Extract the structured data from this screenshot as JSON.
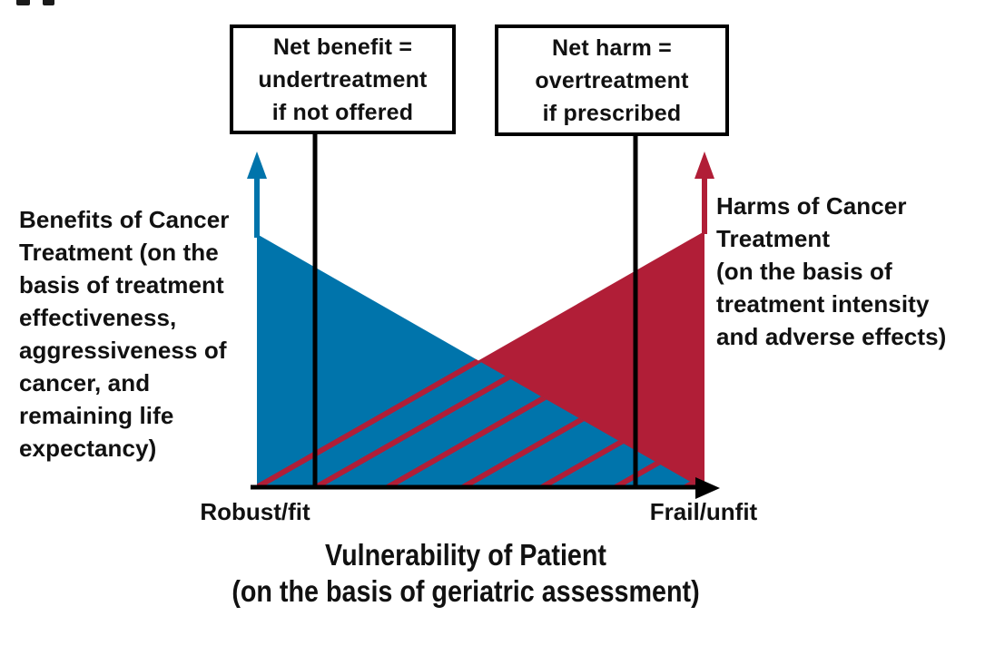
{
  "figure": {
    "crop_marks": [
      "▪",
      "▪"
    ],
    "colors": {
      "benefit_blue": "#0074ab",
      "harm_red": "#b11e37",
      "line_black": "#000000"
    },
    "callouts": {
      "net_benefit": "Net benefit =\nundertreatment\nif not offered",
      "net_harm": "Net harm =\novertreatment\nif prescribed"
    },
    "left_label": "Benefits of Cancer\nTreatment (on the\nbasis of treatment\neffectiveness,\naggressiveness of\ncancer, and\nremaining life\nexpectancy)",
    "right_label": "Harms of Cancer\nTreatment\n(on the basis of\ntreatment intensity\nand adverse effects)",
    "x_axis": {
      "left_tick_label": "Robust/fit",
      "right_tick_label": "Frail/unfit",
      "title": "Vulnerability of Patient\n(on the basis of geriatric assessment)"
    }
  },
  "chart_data": {
    "type": "area",
    "title": "",
    "xlabel": "Vulnerability of Patient (on the basis of geriatric assessment)",
    "ylabel": "",
    "x_tick_labels": [
      "Robust/fit",
      "Frail/unfit"
    ],
    "series": [
      {
        "name": "Benefits of Cancer Treatment (on the basis of treatment effectiveness, aggressiveness of cancer, and remaining life expectancy)",
        "color": "#0074ab",
        "x": [
          0,
          1
        ],
        "y": [
          1,
          0
        ]
      },
      {
        "name": "Harms of Cancer Treatment (on the basis of treatment intensity and adverse effects)",
        "color": "#b11e37",
        "x": [
          0,
          1
        ],
        "y": [
          0,
          1
        ]
      }
    ],
    "annotations": [
      {
        "text": "Net benefit = undertreatment if not offered",
        "x": 0.13
      },
      {
        "text": "Net harm = overtreatment if prescribed",
        "x": 0.85
      }
    ],
    "notes": "Overlap of the two triangles is shown with red diagonal hatching; two vertical threshold lines drop from the callout boxes to the x-axis.",
    "legend_position": "none",
    "grid": false
  }
}
